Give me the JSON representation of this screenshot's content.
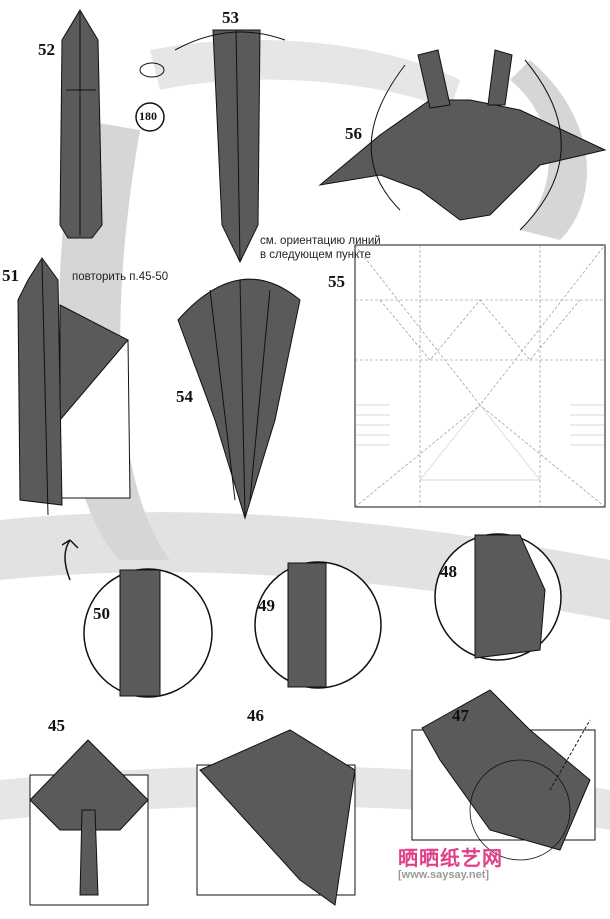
{
  "steps": {
    "s45": "45",
    "s46": "46",
    "s47": "47",
    "s48": "48",
    "s49": "49",
    "s50": "50",
    "s51": "51",
    "s52": "52",
    "s53": "53",
    "s54": "54",
    "s55": "55",
    "s56": "56"
  },
  "rotate_label": "180",
  "notes": {
    "repeat": "повторить п.45-50",
    "orientation_line1": "см. ориентацию линий",
    "orientation_line2": "в следующем пункте"
  },
  "watermark": {
    "site_name": "晒晒纸艺网",
    "url": "[www.saysay.net]"
  },
  "colors": {
    "paper_dark": "#5a5a5a",
    "paper_light": "#ffffff",
    "background_swirl": "#d4d4d4",
    "watermark": "#e0408a"
  }
}
